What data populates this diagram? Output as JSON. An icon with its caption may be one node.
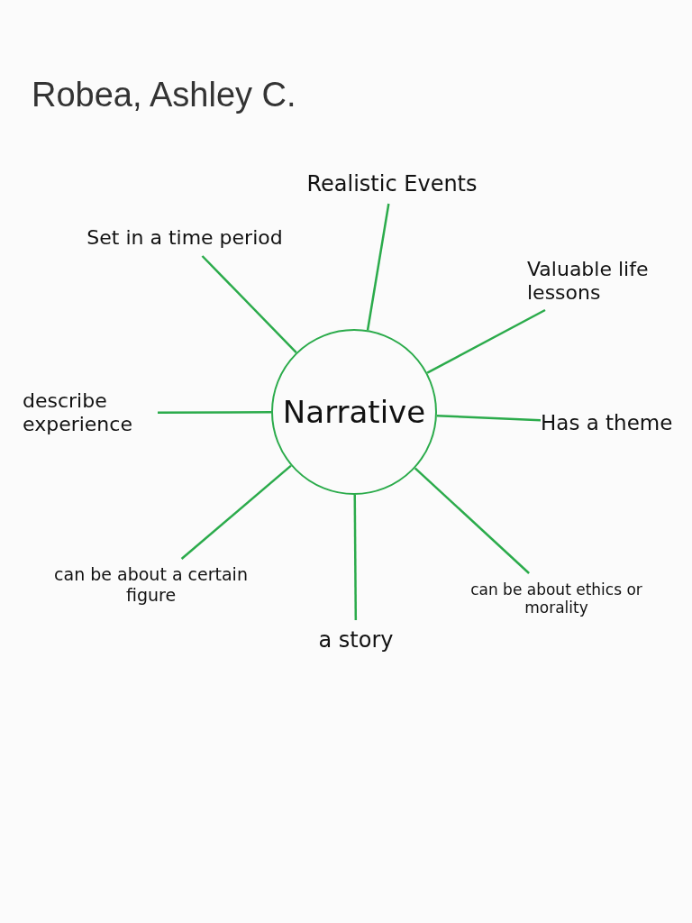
{
  "diagram": {
    "title": "Robea, Ashley C.",
    "nodes": [
      {
        "text": [
          "Narrative"
        ]
      },
      {
        "text": [
          "Realistic Events"
        ]
      },
      {
        "text": [
          "Set in a time period"
        ]
      },
      {
        "text": [
          "Valuable life lessons"
        ]
      },
      {
        "text": [
          "describe experience"
        ]
      },
      {
        "text": [
          "Has a theme"
        ]
      },
      {
        "text": [
          "can be about a certain figure"
        ]
      },
      {
        "text": [
          "can be about ethics or morality"
        ]
      },
      {
        "text": [
          "a story"
        ]
      }
    ],
    "edges": [
      {
        "from": 0,
        "to": 1,
        "arrow": "none"
      },
      {
        "from": 0,
        "to": 2,
        "arrow": "none"
      },
      {
        "from": 0,
        "to": 3,
        "arrow": "none"
      },
      {
        "from": 0,
        "to": 4,
        "arrow": "none"
      },
      {
        "from": 0,
        "to": 5,
        "arrow": "none"
      },
      {
        "from": 0,
        "to": 6,
        "arrow": "none"
      },
      {
        "from": 0,
        "to": 7,
        "arrow": "none"
      },
      {
        "from": 0,
        "to": 8,
        "arrow": "none"
      }
    ]
  }
}
